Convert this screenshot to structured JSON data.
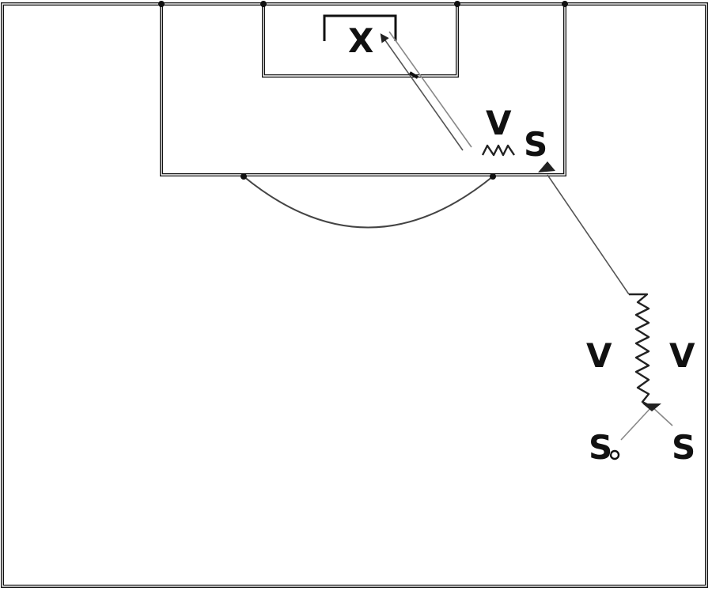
{
  "diagram": {
    "goalkeeper_label": "X",
    "players": {
      "defender_box_label": "V",
      "attacker_box_label": "S",
      "defender_left_label": "V",
      "defender_right_label": "V",
      "attacker_ball_label": "S",
      "attacker_right_label": "S"
    },
    "colors": {
      "lines": "#111111",
      "background": "#ffffff"
    }
  }
}
